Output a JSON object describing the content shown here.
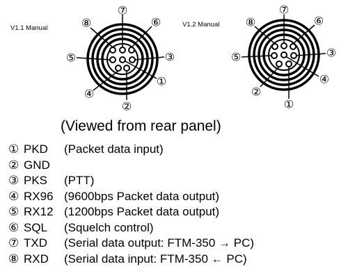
{
  "diagram": {
    "v11_label": "V1.1 Manual",
    "v12_label": "V1.2 Manual"
  },
  "caption": "(Viewed from rear panel)",
  "pins": [
    {
      "num": "①",
      "name": "PKD",
      "desc": "(Packet data input)"
    },
    {
      "num": "②",
      "name": "GND",
      "desc": ""
    },
    {
      "num": "③",
      "name": "PKS",
      "desc": "(PTT)"
    },
    {
      "num": "④",
      "name": "RX96",
      "desc": "(9600bps Packet data output)"
    },
    {
      "num": "⑤",
      "name": "RX12",
      "desc": "(1200bps Packet data output)"
    },
    {
      "num": "⑥",
      "name": "SQL",
      "desc": "(Squelch control)"
    },
    {
      "num": "⑦",
      "name": "TXD",
      "desc": "(Serial data output: FTM-350 → PC)"
    },
    {
      "num": "⑧",
      "name": "RXD",
      "desc": "(Serial data input: FTM-350 ← PC)"
    }
  ]
}
